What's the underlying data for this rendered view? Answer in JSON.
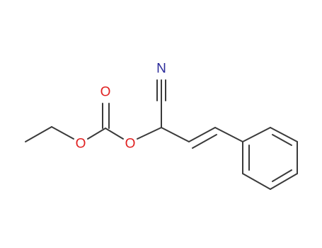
{
  "molecule": {
    "atoms": {
      "nitrile_nitrogen": {
        "symbol": "N",
        "color": "#2a2a9a"
      },
      "carbonyl_oxygen": {
        "symbol": "O",
        "color": "#e02020"
      },
      "ether_oxygen_left": {
        "symbol": "O",
        "color": "#e02020"
      },
      "ester_oxygen_right": {
        "symbol": "O",
        "color": "#e02020"
      }
    },
    "colors": {
      "bond": "#3a3a3a",
      "oxygen": "#e02020",
      "nitrogen": "#2a2a9a",
      "background": "#ffffff"
    }
  }
}
